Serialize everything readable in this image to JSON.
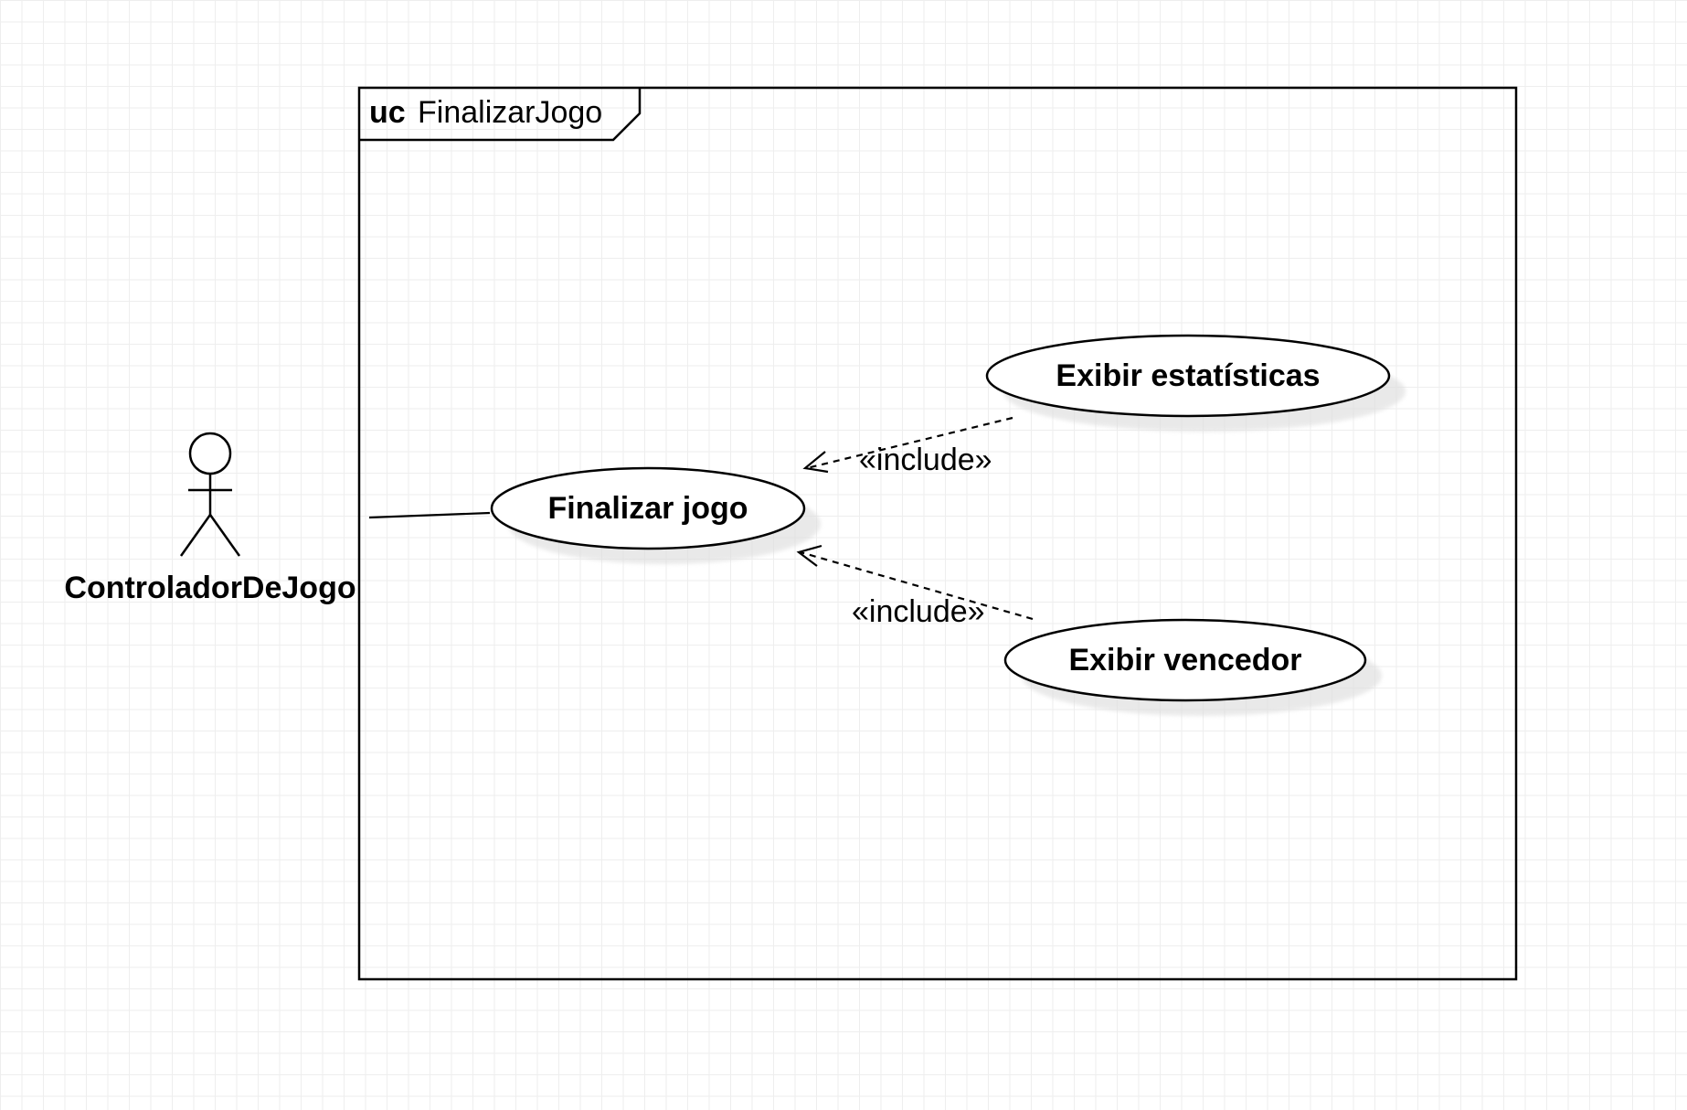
{
  "diagram": {
    "frame": {
      "keyword": "uc",
      "name": "FinalizarJogo"
    },
    "actor": {
      "name": "ControladorDeJogo"
    },
    "use_cases": {
      "finalizar": "Finalizar jogo",
      "estatisticas": "Exibir estatísticas",
      "vencedor": "Exibir vencedor"
    },
    "relations": {
      "include_estatisticas": "«include»",
      "include_vencedor": "«include»"
    }
  }
}
